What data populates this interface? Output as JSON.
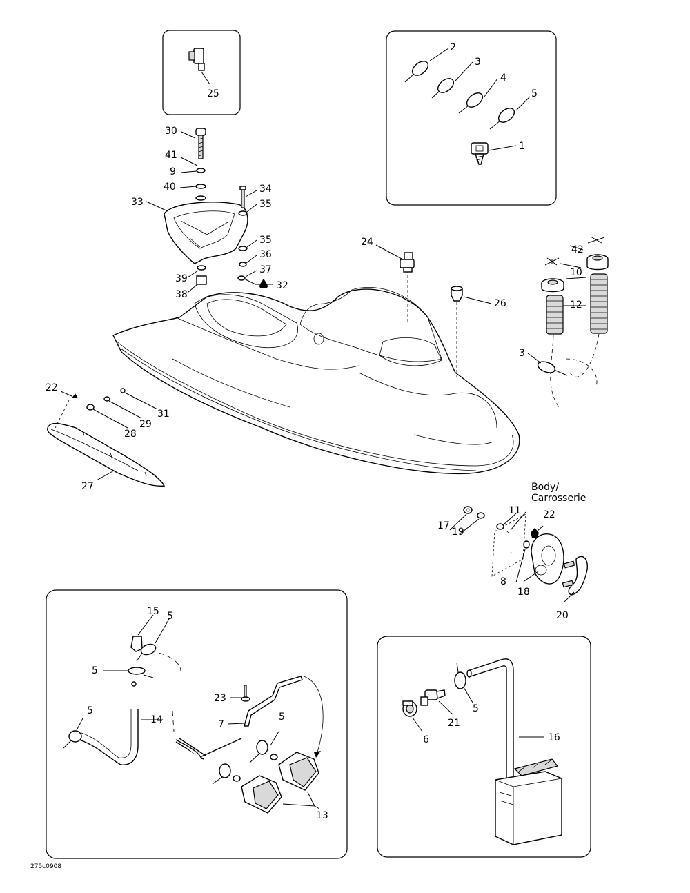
{
  "callouts": {
    "c1": "1",
    "c2": "2",
    "c3": "3",
    "c3b": "3",
    "c4": "4",
    "c5a": "5",
    "c5b": "5",
    "c5c": "5",
    "c5d": "5",
    "c5e": "5",
    "c5f": "5",
    "c6": "6",
    "c7": "7",
    "c8": "8",
    "c9": "9",
    "c10": "10",
    "c11": "11",
    "c12": "12",
    "c13": "13",
    "c14": "14",
    "c15": "15",
    "c16": "16",
    "c17": "17",
    "c18": "18",
    "c19": "19",
    "c20": "20",
    "c21": "21",
    "c22a": "22",
    "c22b": "22",
    "c23": "23",
    "c24": "24",
    "c25": "25",
    "c26": "26",
    "c27": "27",
    "c28": "28",
    "c29": "29",
    "c30": "30",
    "c31": "31",
    "c32": "32",
    "c33": "33",
    "c34": "34",
    "c35a": "35",
    "c35b": "35",
    "c36": "36",
    "c37": "37",
    "c38": "38",
    "c39": "39",
    "c40": "40",
    "c41": "41",
    "c42": "42"
  },
  "body_label_line1": "Body/",
  "body_label_line2": "Carrosserie",
  "drawing_code": "275c0908"
}
